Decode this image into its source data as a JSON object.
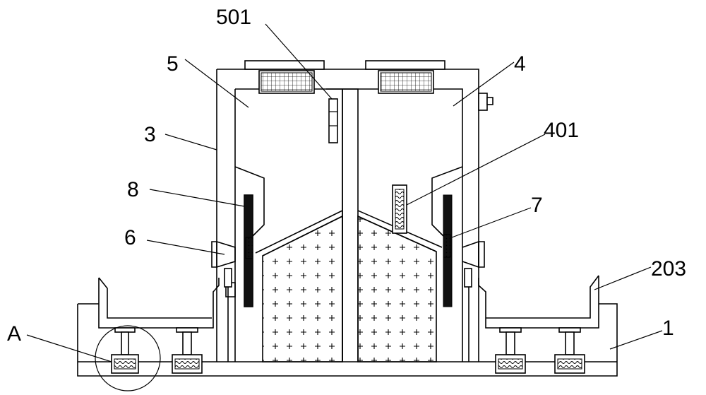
{
  "labels": {
    "l_501": "501",
    "l_5": "5",
    "l_4": "4",
    "l_401": "401",
    "l_3": "3",
    "l_8": "8",
    "l_7": "7",
    "l_6": "6",
    "l_203": "203",
    "l_A": "A",
    "l_1": "1"
  }
}
